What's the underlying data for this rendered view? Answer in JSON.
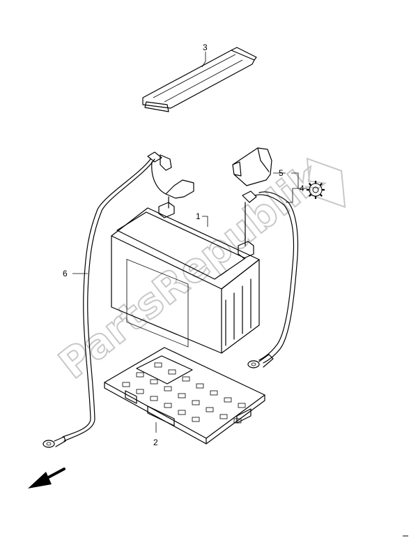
{
  "diagram": {
    "callouts": [
      {
        "id": "1",
        "label": "1"
      },
      {
        "id": "2",
        "label": "2"
      },
      {
        "id": "3",
        "label": "3"
      },
      {
        "id": "4",
        "label": "4"
      },
      {
        "id": "5",
        "label": "5"
      },
      {
        "id": "6",
        "label": "6"
      }
    ],
    "watermark": "PartsRepublik",
    "icons": [
      "gear-icon",
      "arrow-icon"
    ],
    "colors": {
      "line": "#000000",
      "watermark": "#c8c8c8",
      "background": "#ffffff"
    }
  }
}
